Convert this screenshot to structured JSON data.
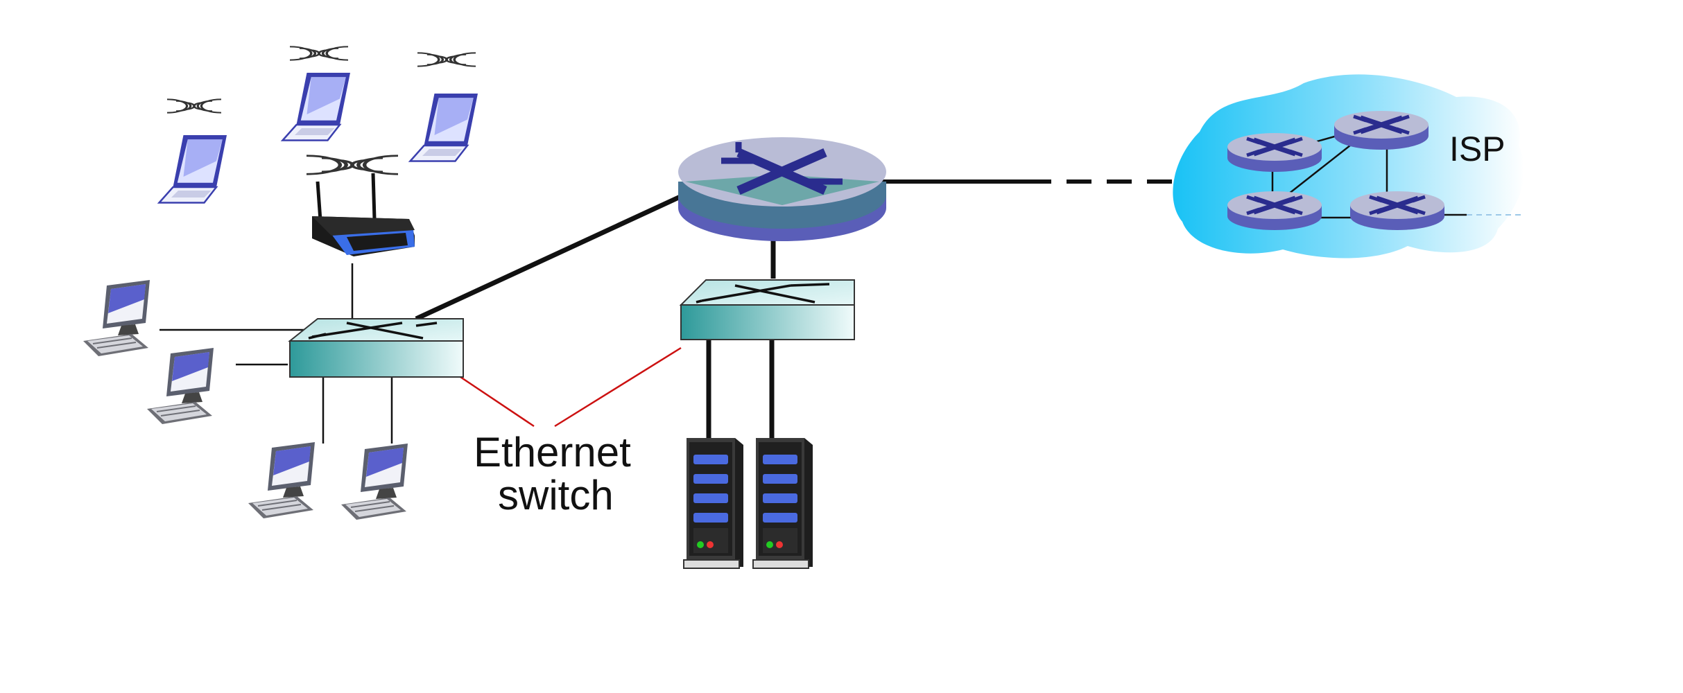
{
  "labels": {
    "switch_line1": "Ethernet",
    "switch_line2": "switch",
    "isp": "ISP"
  },
  "colors": {
    "link": "#111111",
    "callout": "#cc1111",
    "router_top": "#b9bcd6",
    "router_side": "#5a5eb8",
    "router_mark": "#2a2c8e",
    "switch_face": "#d6f0f0",
    "switch_front": "#7fc5c5",
    "cloud": "#19c2f5",
    "laptop_screen": "#5a62d8",
    "server_body": "#2a2a2a",
    "server_led_blue": "#4a6ae0"
  },
  "icons": [
    "router-icon",
    "switch-icon",
    "wireless-router-icon",
    "laptop-icon",
    "desktop-icon",
    "server-icon",
    "cloud-icon",
    "wifi-waves-icon"
  ]
}
